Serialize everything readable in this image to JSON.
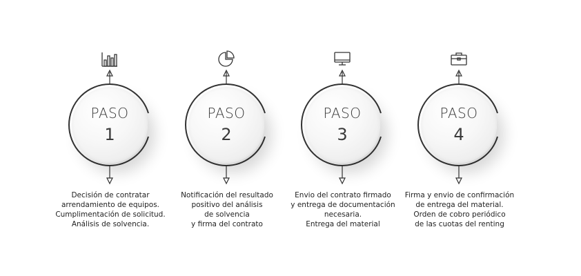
{
  "steps": [
    {
      "label": "PASO",
      "number": "1",
      "icon": "bar-chart-icon",
      "lines": [
        "Decisión de contratar",
        "arrendamiento de equipos.",
        "Cumplimentación de solicitud.",
        "Análisis de solvencia."
      ]
    },
    {
      "label": "PASO",
      "number": "2",
      "icon": "pie-chart-icon",
      "lines": [
        "Notificación del resultado",
        "positivo del análisis",
        "de solvencia",
        "y firma del contrato"
      ]
    },
    {
      "label": "PASO",
      "number": "3",
      "icon": "monitor-icon",
      "lines": [
        "Envio del contrato firmado",
        "y entrega de documentación",
        "necesaria.",
        "Entrega del material"
      ]
    },
    {
      "label": "PASO",
      "number": "4",
      "icon": "briefcase-icon",
      "lines": [
        "Firma y envio de confirmación",
        "de entrega del material.",
        "Orden de cobro periódico",
        "de las cuotas del renting"
      ]
    }
  ],
  "colors": {
    "line": "#333333",
    "text": "#222222"
  }
}
